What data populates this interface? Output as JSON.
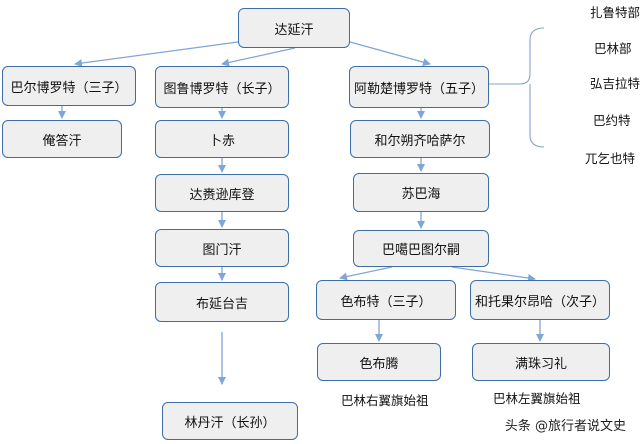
{
  "nodes": {
    "dayanhan": "达延汗",
    "barsbolad": "巴尔博罗特（三子）",
    "andahan": "俺答汗",
    "turbolad": "图鲁博罗特（长子）",
    "buchi": "卜赤",
    "dalaisun": "达赉逊库登",
    "tumenhan": "图门汗",
    "buyantaiji": "布延台吉",
    "ligdan": "林丹汗（长孙）",
    "alchubolad": "阿勒楚博罗特（五子）",
    "horshuo": "和尔朔齐哈萨尔",
    "subahai": "苏巴海",
    "bagabatu": "巴噶巴图尔嗣",
    "sebute": "色布特（三子）",
    "tuoguoer": "和托果尔昂哈（次子）",
    "sebuteng": "色布腾",
    "manzhu": "满珠习礼"
  },
  "labels": {
    "baarin_right": "巴林右翼旗始祖",
    "baarin_left": "巴林左翼旗始祖"
  },
  "tribes": [
    "扎鲁特部",
    "巴林部",
    "弘吉拉特",
    "巴约特",
    "兀乞也特"
  ],
  "watermark": "头条 @旅行者说文史",
  "colors": {
    "node_border": "#3d6ea6",
    "node_fill": "#efefef",
    "arrow": "#7fa6d6"
  }
}
